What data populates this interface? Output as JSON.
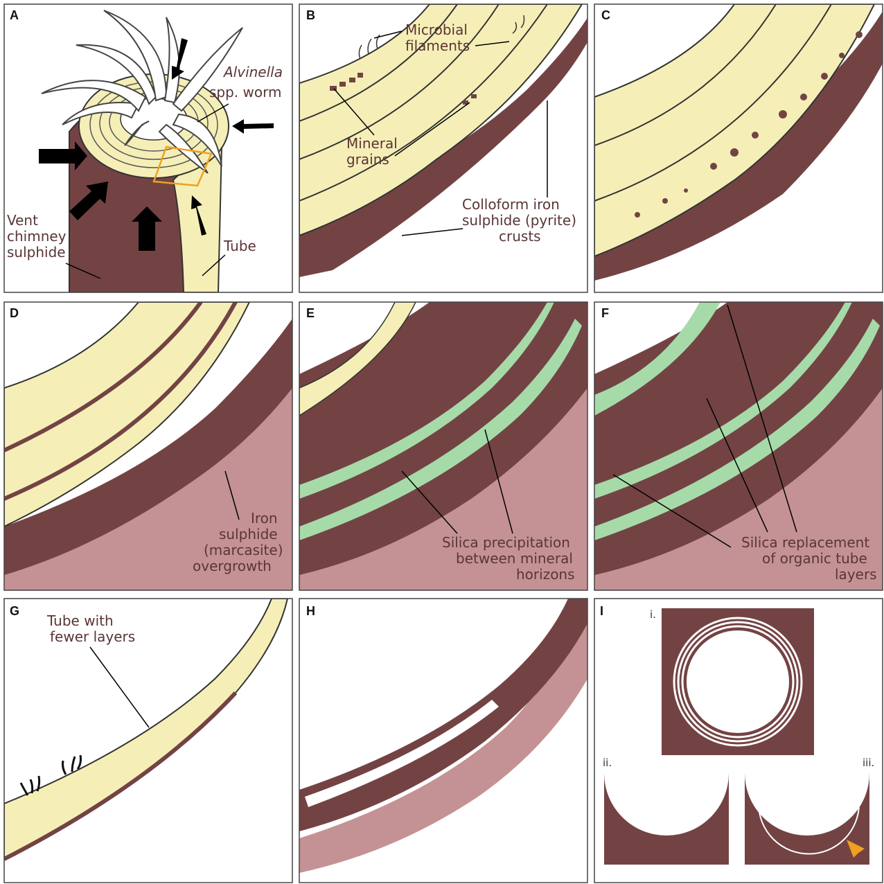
{
  "colors": {
    "tube": "#f5efb7",
    "pyrite": "#734344",
    "marcasite": "#c49294",
    "silica": "#a6dba9",
    "outline": "#333333",
    "highlight": "#f0a020"
  },
  "panels": {
    "a": {
      "letter": "A",
      "label_alvinella": "Alvinella",
      "label_worm": "spp. worm",
      "label_vent_1": "Vent",
      "label_vent_2": "chimney",
      "label_vent_3": "sulphide",
      "label_tube": "Tube"
    },
    "b": {
      "letter": "B",
      "label_microbial_1": "Microbial",
      "label_microbial_2": "filaments",
      "label_mineral_1": "Mineral",
      "label_mineral_2": "grains",
      "label_colloform_1": "Colloform iron",
      "label_colloform_2": "sulphide (pyrite)",
      "label_colloform_3": "crusts"
    },
    "c": {
      "letter": "C"
    },
    "d": {
      "letter": "D",
      "label_1": "Iron",
      "label_2": "sulphide",
      "label_3": "(marcasite)",
      "label_4": "overgrowth"
    },
    "e": {
      "letter": "E",
      "label_1": "Silica precipitation",
      "label_2": "between mineral",
      "label_3": "horizons"
    },
    "f": {
      "letter": "F",
      "label_1": "Silica replacement",
      "label_2": "of organic tube",
      "label_3": "layers"
    },
    "g": {
      "letter": "G",
      "label_1": "Tube with",
      "label_2": "fewer layers"
    },
    "h": {
      "letter": "H"
    },
    "i": {
      "letter": "I",
      "sub_i": "i.",
      "sub_ii": "ii.",
      "sub_iii": "iii."
    }
  }
}
